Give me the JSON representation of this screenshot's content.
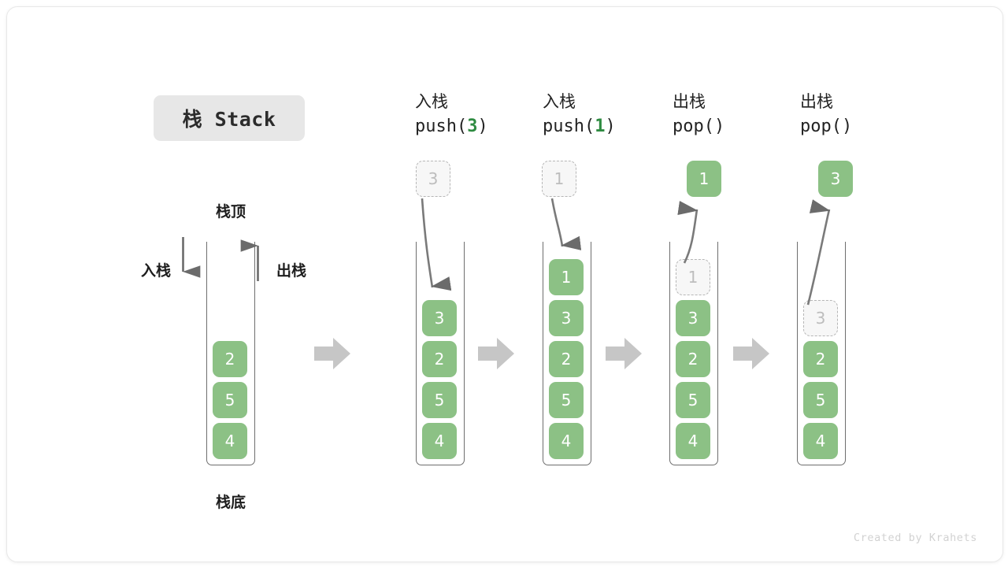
{
  "title": {
    "text": "栈 Stack"
  },
  "labels": {
    "top": "栈顶",
    "bottom": "栈底",
    "push": "入栈",
    "pop": "出栈"
  },
  "colors": {
    "element_fill": "#8cc185",
    "element_text": "#ffffff",
    "ghost_fill": "#f7f7f7",
    "ghost_border": "#b6b6b6",
    "ghost_text": "#bdbdbd",
    "container_stroke": "#6e6e6e",
    "flow_arrow": "#c6c6c6",
    "code_accent": "#2e8b41",
    "title_chip_bg": "#e7e7e7",
    "text": "#232323"
  },
  "stages": [
    {
      "id": "initial",
      "caption_cn": "",
      "caption_code": "",
      "code_arg": "",
      "stack": [
        "2",
        "5",
        "4"
      ],
      "ghost": null,
      "floating": null
    },
    {
      "id": "push-3",
      "caption_cn": "入栈",
      "caption_code_prefix": "push(",
      "code_arg": "3",
      "caption_code_suffix": ")",
      "stack": [
        "3",
        "2",
        "5",
        "4"
      ],
      "ghost": null,
      "floating": {
        "value": "3",
        "style": "ghost"
      }
    },
    {
      "id": "push-1",
      "caption_cn": "入栈",
      "caption_code_prefix": "push(",
      "code_arg": "1",
      "caption_code_suffix": ")",
      "stack": [
        "1",
        "3",
        "2",
        "5",
        "4"
      ],
      "ghost": null,
      "floating": {
        "value": "1",
        "style": "ghost"
      }
    },
    {
      "id": "pop-1",
      "caption_cn": "出栈",
      "caption_code_prefix": "pop(",
      "code_arg": "",
      "caption_code_suffix": ")",
      "stack": [
        "3",
        "2",
        "5",
        "4"
      ],
      "ghost": {
        "value": "1"
      },
      "floating": {
        "value": "1",
        "style": "filled"
      }
    },
    {
      "id": "pop-3",
      "caption_cn": "出栈",
      "caption_code_prefix": "pop(",
      "code_arg": "",
      "caption_code_suffix": ")",
      "stack": [
        "2",
        "5",
        "4"
      ],
      "ghost": {
        "value": "3"
      },
      "floating": {
        "value": "3",
        "style": "filled"
      }
    }
  ],
  "footer": {
    "credit": "Created by Krahets"
  }
}
